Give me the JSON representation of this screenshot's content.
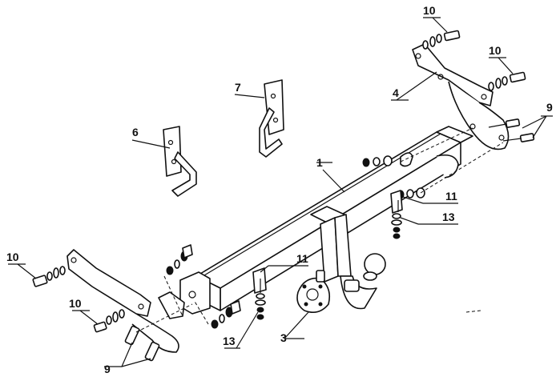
{
  "labels": {
    "bar": "1",
    "socket_plate": "3",
    "bracket_right": "4",
    "bracket_6": "6",
    "bracket_7": "7",
    "bolt_set_9_right": "9",
    "bolt_set_9_left": "9",
    "bolt_10_top": "10",
    "bolt_10_right": "10",
    "bolt_10_left_top": "10",
    "bolt_10_left_bottom": "10",
    "bolt_11_right": "11",
    "bolt_11_center": "11",
    "washer_13_right": "13",
    "washer_13_left": "13"
  }
}
